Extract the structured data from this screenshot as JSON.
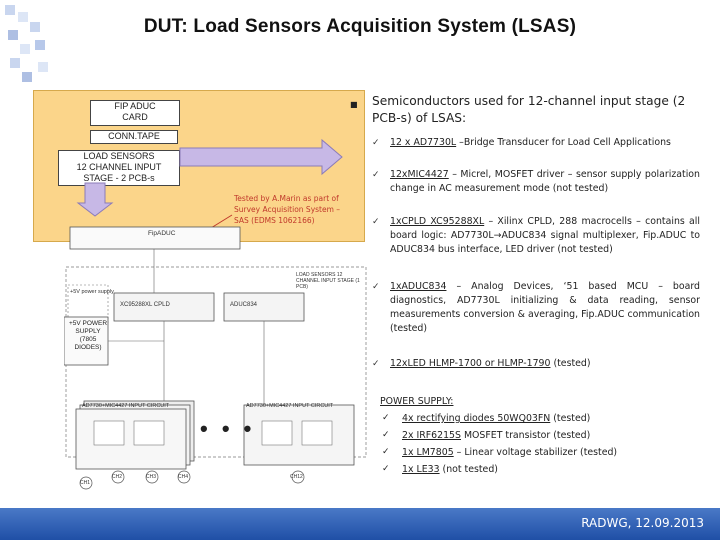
{
  "slide": {
    "title": "DUT: Load Sensors Acquisition System (LSAS)",
    "footer": "RADWG, 12.09.2013"
  },
  "diagram": {
    "fip_adu_card": "FIP ADUC\nCARD",
    "conn_tape": "CONN.TAPE",
    "load_sensors": "LOAD SENSORS\n12 CHANNEL INPUT\nSTAGE - 2 PCB-s",
    "fipaduc": "FipADUC",
    "supply_label": "+5V power supply",
    "cpld_label": "XC95288XL CPLD",
    "aduc_label": "ADUC834",
    "stage_label": "LOAD SENSORS 12 CHANNEL INPUT STAGE (1 PCB)",
    "psu_label": "+5V POWER\nSUPPLY\n(7805\nDIODES)",
    "input_circuit_left": "AD7730+MIC4427 INPUT CIRCUIT",
    "input_circuit_right": "AD7730+MIC4427 INPUT CIRCUIT",
    "ch_labels": [
      "CH1",
      "CH2",
      "CH3",
      "CH4",
      "CH12"
    ],
    "ellipsis": "• • •"
  },
  "note": {
    "text": "Tested by A.Marin as part of Survey Acquisition System – SAS (EDMS 1062166)"
  },
  "content": {
    "heading": "Semiconductors used for 12-channel input stage (2 PCB-s) of LSAS:",
    "items": [
      {
        "part": "12 x AD7730L",
        "rest": " –Bridge Transducer for Load Cell Applications"
      },
      {
        "part": "12xMIC4427",
        "rest": " – Micrel, MOSFET driver – sensor supply polarization change in AC measurement mode (not tested)"
      },
      {
        "part": "1xCPLD XC95288XL",
        "rest": " – Xilinx CPLD, 288 macrocells – contains all board logic: AD7730L→ADUC834 signal multiplexer, Fip.ADUC to ADUC834 bus interface, LED driver (not tested)"
      },
      {
        "part": "1xADUC834",
        "rest": " – Analog Devices, ‘51 based MCU – board diagnostics, AD7730L initializing & data reading, sensor measurements conversion & averaging, Fip.ADUC communication (tested)"
      },
      {
        "part": "12xLED HLMP-1700 or HLMP-1790",
        "rest": " (tested)"
      }
    ]
  },
  "power": {
    "heading": "POWER SUPPLY:",
    "items": [
      {
        "part": "4x rectifying diodes 50WQ03FN",
        "rest": " (tested)"
      },
      {
        "part": "2x IRF6215S",
        "rest": " MOSFET transistor (tested)"
      },
      {
        "part": "1x LM7805",
        "rest": " – Linear voltage stabilizer (tested)"
      },
      {
        "part": "1x LE33",
        "rest": " (not tested)"
      }
    ]
  },
  "colors": {
    "yellow_panel": "#fbd58a",
    "arrow_fill": "#c7b8e6",
    "footer_blue": "#1f4fa6",
    "note_red": "#c0392b"
  }
}
